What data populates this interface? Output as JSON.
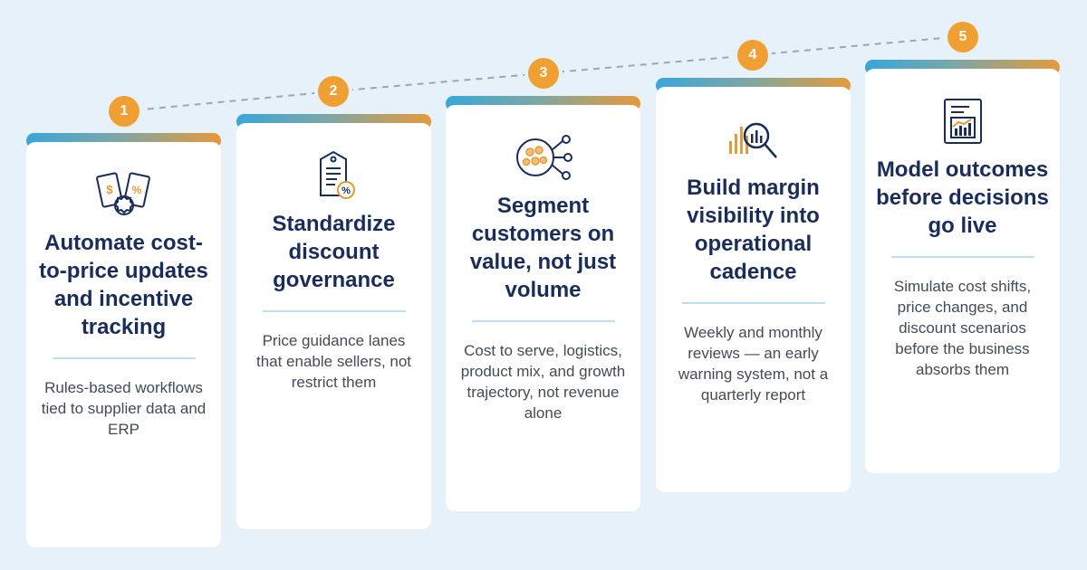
{
  "steps": [
    {
      "number": "1",
      "title": "Automate cost-to-price updates and incentive tracking",
      "description": "Rules-based workflows tied to supplier data and ERP",
      "icon": "price-tags-icon"
    },
    {
      "number": "2",
      "title": "Standardize discount governance",
      "description": "Price guidance lanes that enable sellers, not restrict them",
      "icon": "discount-tag-icon"
    },
    {
      "number": "3",
      "title": "Segment customers on value, not just volume",
      "description": "Cost to serve, logistics, product mix, and growth trajectory, not revenue alone",
      "icon": "customer-segment-icon"
    },
    {
      "number": "4",
      "title": "Build margin visibility into operational cadence",
      "description": "Weekly and monthly reviews — an early warning system, not a quarterly report",
      "icon": "magnifier-chart-icon"
    },
    {
      "number": "5",
      "title": "Model outcomes before decisions go live",
      "description": "Simulate cost shifts, price changes, and discount scenarios before the business absorbs them",
      "icon": "report-chart-icon"
    }
  ],
  "colors": {
    "background": "#e6f1fa",
    "title": "#1a2d5a",
    "badge": "#f0a033",
    "bar_start": "#39a7d9",
    "bar_end": "#e59a3c"
  }
}
